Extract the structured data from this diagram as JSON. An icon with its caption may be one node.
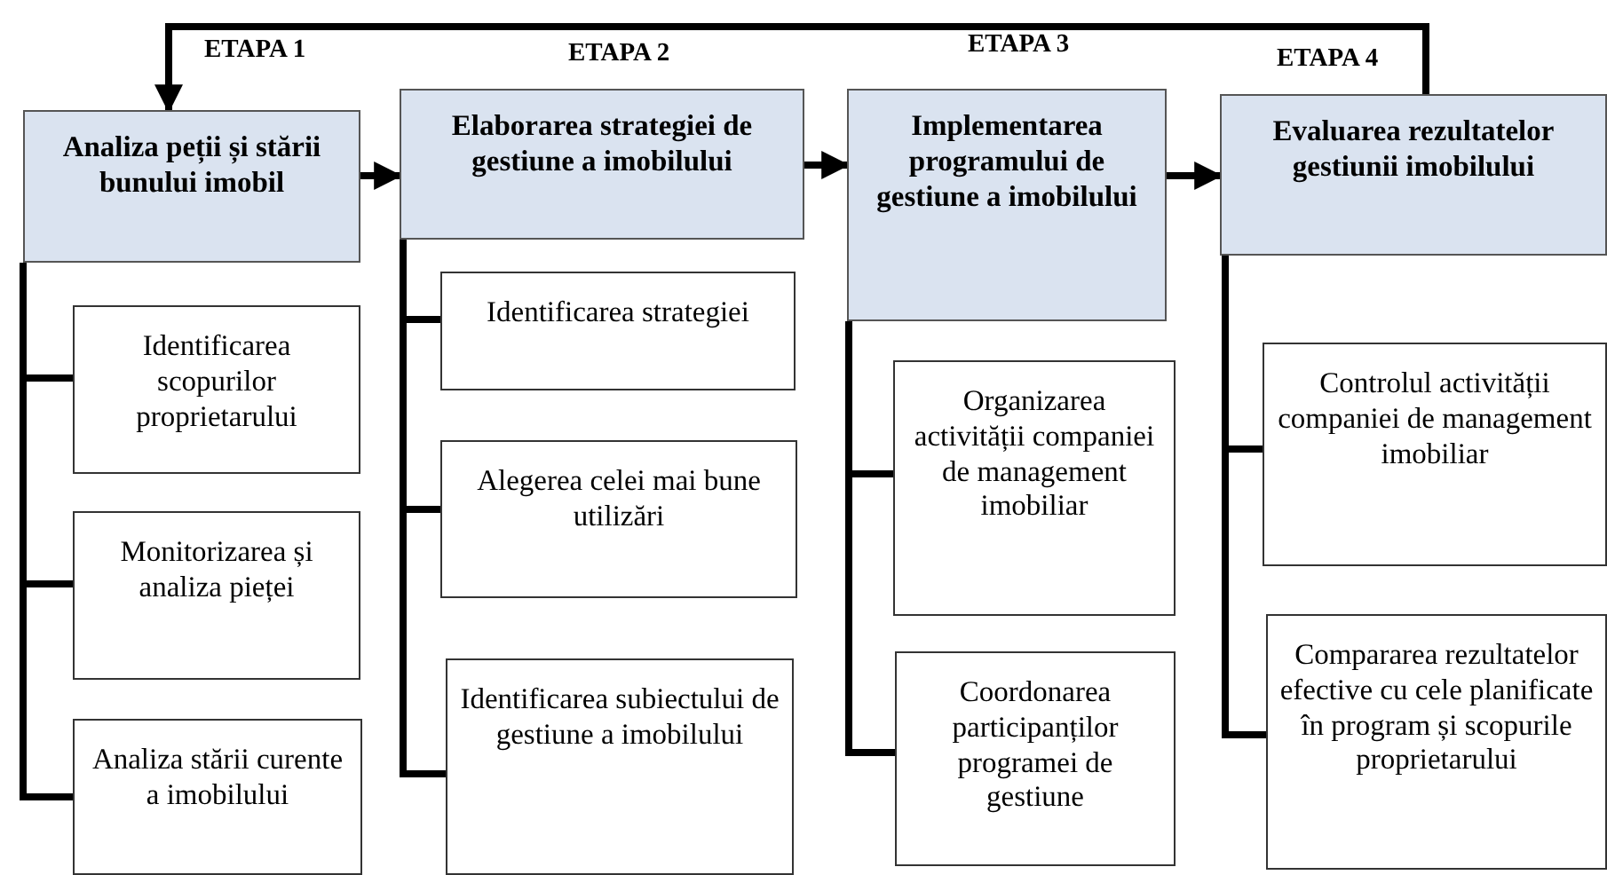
{
  "diagram": {
    "nodes": [
      {
        "text": [
          "ETAPA 1",
          "Analiza peții și stării bunului imobil"
        ]
      },
      {
        "text": [
          "ETAPA 2",
          "Elaborarea strategiei de gestiune a imobilului"
        ]
      },
      {
        "text": [
          "ETAPA 3",
          "Implementarea programului de gestiune a imobilului"
        ]
      },
      {
        "text": [
          "ETAPA 4",
          "Evaluarea rezultatelor gestiunii imobilului"
        ]
      },
      {
        "text": [
          "Identificarea scopurilor proprietarului"
        ]
      },
      {
        "text": [
          "Monitorizarea și analiza pieței"
        ]
      },
      {
        "text": [
          "Analiza stării curente a imobilului"
        ]
      },
      {
        "text": [
          "Identificarea strategiei"
        ]
      },
      {
        "text": [
          "Alegerea celei mai bune utilizări"
        ]
      },
      {
        "text": [
          "Identificarea subiectului de gestiune a imobilului"
        ]
      },
      {
        "text": [
          "Organizarea activității companiei de management imobiliar"
        ]
      },
      {
        "text": [
          "Coordonarea participanților programei de gestiune"
        ]
      },
      {
        "text": [
          "Controlul activității companiei de management imobiliar"
        ]
      },
      {
        "text": [
          "Compararea rezultatelor efective cu cele planificate în program și scopurile proprietarului"
        ]
      }
    ],
    "edges": [
      {
        "from": 0,
        "to": 1,
        "arrow": "to"
      },
      {
        "from": 1,
        "to": 2,
        "arrow": "to"
      },
      {
        "from": 2,
        "to": 3,
        "arrow": "to"
      },
      {
        "from": 3,
        "to": 0,
        "arrow": "to"
      },
      {
        "from": 0,
        "to": 4,
        "arrow": "none"
      },
      {
        "from": 0,
        "to": 5,
        "arrow": "none"
      },
      {
        "from": 0,
        "to": 6,
        "arrow": "none"
      },
      {
        "from": 1,
        "to": 7,
        "arrow": "none"
      },
      {
        "from": 1,
        "to": 8,
        "arrow": "none"
      },
      {
        "from": 1,
        "to": 9,
        "arrow": "none"
      },
      {
        "from": 2,
        "to": 10,
        "arrow": "none"
      },
      {
        "from": 2,
        "to": 11,
        "arrow": "none"
      },
      {
        "from": 3,
        "to": 12,
        "arrow": "none"
      },
      {
        "from": 3,
        "to": 13,
        "arrow": "none"
      }
    ]
  }
}
